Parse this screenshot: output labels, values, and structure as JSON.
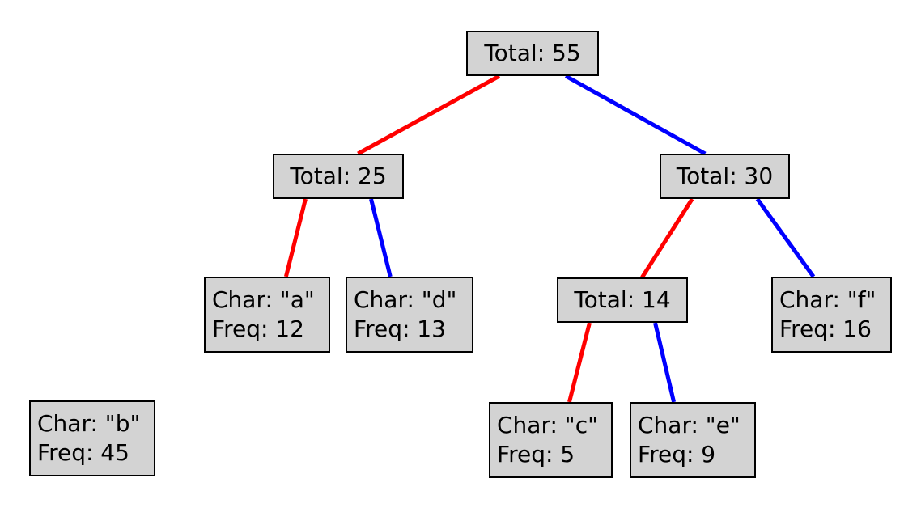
{
  "colors": {
    "left_edge": "#ff0000",
    "right_edge": "#0000ff",
    "node_fill": "#d3d3d3",
    "node_border": "#000000"
  },
  "nodes": {
    "root": {
      "label": "Total: 55"
    },
    "t25": {
      "label": "Total: 25"
    },
    "t30": {
      "label": "Total: 30"
    },
    "t14": {
      "label": "Total: 14"
    },
    "a": {
      "char": "Char: \"a\"",
      "freq": "Freq: 12"
    },
    "d": {
      "char": "Char: \"d\"",
      "freq": "Freq: 13"
    },
    "f": {
      "char": "Char: \"f\"",
      "freq": "Freq: 16"
    },
    "c": {
      "char": "Char: \"c\"",
      "freq": "Freq: 5"
    },
    "e": {
      "char": "Char: \"e\"",
      "freq": "Freq: 9"
    },
    "b": {
      "char": "Char: \"b\"",
      "freq": "Freq: 45"
    }
  },
  "edges": [
    {
      "from": "root",
      "to": "t25",
      "side": "left"
    },
    {
      "from": "root",
      "to": "t30",
      "side": "right"
    },
    {
      "from": "t25",
      "to": "a",
      "side": "left"
    },
    {
      "from": "t25",
      "to": "d",
      "side": "right"
    },
    {
      "from": "t30",
      "to": "t14",
      "side": "left"
    },
    {
      "from": "t30",
      "to": "f",
      "side": "right"
    },
    {
      "from": "t14",
      "to": "c",
      "side": "left"
    },
    {
      "from": "t14",
      "to": "e",
      "side": "right"
    }
  ]
}
